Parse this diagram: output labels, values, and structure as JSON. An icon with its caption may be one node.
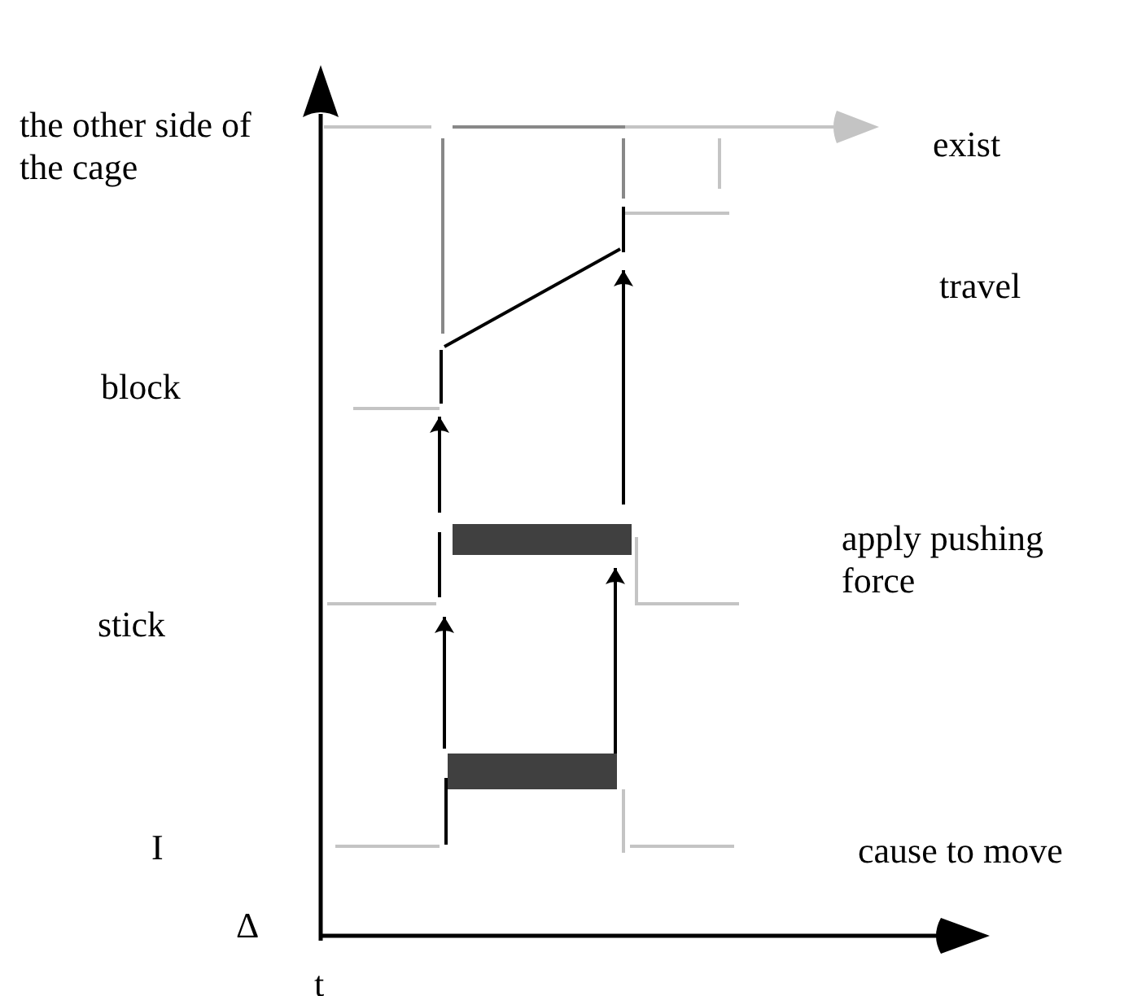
{
  "diagram": {
    "labels": [
      "the other side of the cage",
      "exist",
      "travel",
      "block",
      "apply pushing force",
      "stick",
      "I",
      "cause to move",
      "Δ",
      "t"
    ]
  }
}
